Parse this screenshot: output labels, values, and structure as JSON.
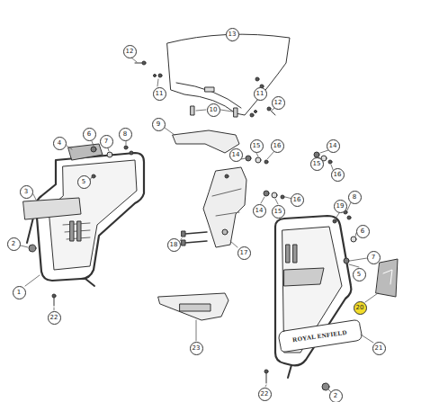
{
  "diagram": {
    "labels": [
      "13",
      "12",
      "11",
      "12",
      "11",
      "10",
      "9",
      "6",
      "7",
      "8",
      "4",
      "5",
      "3",
      "2",
      "1",
      "22",
      "15",
      "16",
      "14",
      "14",
      "15",
      "16",
      "14",
      "15",
      "16",
      "17",
      "18",
      "19",
      "8",
      "6",
      "7",
      "5",
      "20",
      "21",
      "23",
      "22",
      "2",
      "ROYAL ENFIELD"
    ]
  }
}
